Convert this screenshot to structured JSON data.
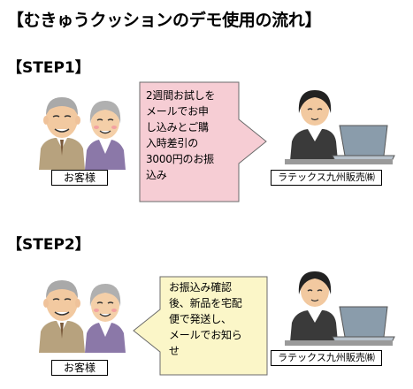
{
  "title": "【むきゅうクッションのデモ使用の流れ】",
  "steps": [
    {
      "label": "【STEP1】",
      "customer_label": "お客様",
      "message": "2週間お試しを\nメールでお申\nし込みとご購\n入時差引の\n3000円のお振\n込み",
      "seller_label": "ラテックス九州販売㈱",
      "arrow_color": "#f6cdd4",
      "direction": "to-seller"
    },
    {
      "label": "【STEP2】",
      "customer_label": "お客様",
      "message": "お振込み確認\n後、新品を宅配\n便で発送し、\nメールでお知ら\nせ",
      "seller_label": "ラテックス九州販売㈱",
      "arrow_color": "#fbf6c8",
      "direction": "to-customer"
    }
  ],
  "icons": [
    "elderly-man-icon",
    "elderly-woman-icon",
    "office-worker-icon",
    "laptop-icon"
  ]
}
